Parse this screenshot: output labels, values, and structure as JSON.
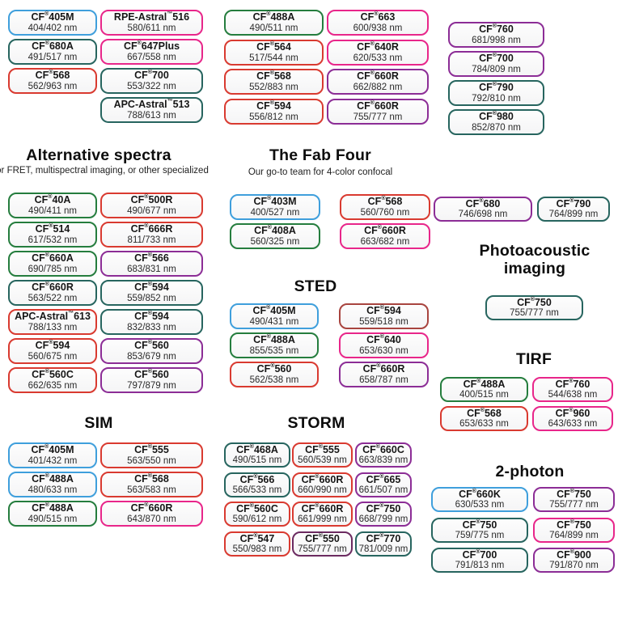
{
  "palette": {
    "blue": "#3f9fdc",
    "green": "#257d3e",
    "teal": "#27655f",
    "red": "#d93a30",
    "darkred": "#a8443f",
    "pink": "#e8268a",
    "purple": "#8c2d96",
    "darkpurple": "#6b2a60",
    "pill_fill": "#f7f7f8",
    "text": "#1c1c1c"
  },
  "chart_data": {
    "type": "table",
    "title": "CF dye selection by imaging application",
    "groups": [
      {
        "id": "top-left",
        "title": "",
        "subtitle": "",
        "columns": [
          [
            {
              "name": "CF®405M",
              "nm": "404/402 nm",
              "color": "blue"
            },
            {
              "name": "CF®680A",
              "nm": "491/517 nm",
              "color": "teal"
            },
            {
              "name": "CF®568",
              "nm": "562/963 nm",
              "color": "red"
            }
          ],
          [
            {
              "name": "RPE-Astral™516",
              "nm": "580/611 nm",
              "color": "pink"
            },
            {
              "name": "CF®647Plus",
              "nm": "667/558 nm",
              "color": "pink"
            },
            {
              "name": "CF®700",
              "nm": "553/322 nm",
              "color": "teal"
            },
            {
              "name": "APC-Astral™513",
              "nm": "788/613 nm",
              "color": "teal"
            }
          ]
        ]
      },
      {
        "id": "top-mid",
        "title": "",
        "subtitle": "",
        "columns": [
          [
            {
              "name": "CF®488A",
              "nm": "490/511 nm",
              "color": "green"
            },
            {
              "name": "CF®564",
              "nm": "517/544 nm",
              "color": "red"
            },
            {
              "name": "CF®568",
              "nm": "552/883 nm",
              "color": "red"
            },
            {
              "name": "CF®594",
              "nm": "556/812 nm",
              "color": "red"
            }
          ],
          [
            {
              "name": "CF®663",
              "nm": "600/938 nm",
              "color": "pink"
            },
            {
              "name": "CF®640R",
              "nm": "620/533 nm",
              "color": "pink"
            },
            {
              "name": "CF®660R",
              "nm": "662/882 nm",
              "color": "purple"
            },
            {
              "name": "CF®660R",
              "nm": "755/777 nm",
              "color": "purple"
            }
          ]
        ]
      },
      {
        "id": "top-right",
        "title": "",
        "subtitle": "",
        "columns": [
          [
            {
              "name": "CF®760",
              "nm": "681/998 nm",
              "color": "purple"
            },
            {
              "name": "CF®700",
              "nm": "784/809 nm",
              "color": "purple"
            },
            {
              "name": "CF®790",
              "nm": "792/810 nm",
              "color": "teal"
            },
            {
              "name": "CF®980",
              "nm": "852/870 nm",
              "color": "teal"
            }
          ]
        ]
      },
      {
        "id": "alt-spectra",
        "title": "Alternative spectra",
        "subtitle": "For FRET, multispectral imaging, or other specialized",
        "columns": [
          [
            {
              "name": "CF®40A",
              "nm": "490/411 nm",
              "color": "green"
            },
            {
              "name": "CF®514",
              "nm": "617/532 nm",
              "color": "green"
            },
            {
              "name": "CF®660A",
              "nm": "690/785 nm",
              "color": "green"
            },
            {
              "name": "CF®660R",
              "nm": "563/522 nm",
              "color": "teal"
            },
            {
              "name": "APC-Astral™613",
              "nm": "788/133 nm",
              "color": "red"
            },
            {
              "name": "CF®594",
              "nm": "560/675 nm",
              "color": "red"
            },
            {
              "name": "CF®560C",
              "nm": "662/635 nm",
              "color": "red"
            }
          ],
          [
            {
              "name": "CF®500R",
              "nm": "490/677 nm",
              "color": "red"
            },
            {
              "name": "CF®666R",
              "nm": "811/733 nm",
              "color": "red"
            },
            {
              "name": "CF®566",
              "nm": "683/831 nm",
              "color": "purple"
            },
            {
              "name": "CF®594",
              "nm": "559/852 nm",
              "color": "teal"
            },
            {
              "name": "CF®594",
              "nm": "832/833 nm",
              "color": "teal"
            },
            {
              "name": "CF®560",
              "nm": "853/679 nm",
              "color": "purple"
            },
            {
              "name": "CF®560",
              "nm": "797/879 nm",
              "color": "purple"
            }
          ]
        ]
      },
      {
        "id": "fab-four",
        "title": "The Fab Four",
        "subtitle": "Our go-to team for 4-color confocal",
        "columns": [
          [
            {
              "name": "CF®403M",
              "nm": "400/527 nm",
              "color": "blue"
            },
            {
              "name": "CF®408A",
              "nm": "560/325 nm",
              "color": "green"
            }
          ],
          [
            {
              "name": "CF®568",
              "nm": "560/760 nm",
              "color": "red"
            },
            {
              "name": "CF®660R",
              "nm": "663/682 nm",
              "color": "pink"
            }
          ]
        ]
      },
      {
        "id": "sted",
        "title": "STED",
        "subtitle": "",
        "columns": [
          [
            {
              "name": "CF®405M",
              "nm": "490/431 nm",
              "color": "blue"
            },
            {
              "name": "CF®488A",
              "nm": "855/535 nm",
              "color": "green"
            },
            {
              "name": "CF®560",
              "nm": "562/538 nm",
              "color": "red"
            }
          ],
          [
            {
              "name": "CF®594",
              "nm": "559/518 nm",
              "color": "darkred"
            },
            {
              "name": "CF®640",
              "nm": "653/630 nm",
              "color": "pink"
            },
            {
              "name": "CF®660R",
              "nm": "658/787 nm",
              "color": "purple"
            }
          ]
        ]
      },
      {
        "id": "right-mid",
        "title": "",
        "subtitle": "",
        "columns": [
          [
            {
              "name": "CF®680",
              "nm": "746/698 nm",
              "color": "purple"
            }
          ],
          [
            {
              "name": "CF®790",
              "nm": "764/899 nm",
              "color": "teal"
            }
          ]
        ]
      },
      {
        "id": "photoacoustic",
        "title": "Photoacoustic imaging",
        "subtitle": "",
        "columns": [
          [
            {
              "name": "CF®750",
              "nm": "755/777 nm",
              "color": "teal"
            }
          ]
        ]
      },
      {
        "id": "tirf",
        "title": "TIRF",
        "subtitle": "",
        "columns": [
          [
            {
              "name": "CF®488A",
              "nm": "400/515 nm",
              "color": "green"
            },
            {
              "name": "CF®568",
              "nm": "653/633 nm",
              "color": "red"
            }
          ],
          [
            {
              "name": "CF®760",
              "nm": "544/638 nm",
              "color": "pink"
            },
            {
              "name": "CF®960",
              "nm": "643/633 nm",
              "color": "pink"
            }
          ]
        ]
      },
      {
        "id": "sim",
        "title": "SIM",
        "subtitle": "",
        "columns": [
          [
            {
              "name": "CF®405M",
              "nm": "401/432 nm",
              "color": "blue"
            },
            {
              "name": "CF®488A",
              "nm": "480/633 nm",
              "color": "blue"
            },
            {
              "name": "CF®488A",
              "nm": "490/515 nm",
              "color": "green"
            }
          ],
          [
            {
              "name": "CF®555",
              "nm": "563/550 nm",
              "color": "red"
            },
            {
              "name": "CF®568",
              "nm": "563/583 nm",
              "color": "red"
            },
            {
              "name": "CF®660R",
              "nm": "643/870 nm",
              "color": "pink"
            }
          ]
        ]
      },
      {
        "id": "storm",
        "title": "STORM",
        "subtitle": "",
        "columns": [
          [
            {
              "name": "CF®468A",
              "nm": "490/515 nm",
              "color": "teal"
            },
            {
              "name": "CF®566",
              "nm": "566/533 nm",
              "color": "teal"
            },
            {
              "name": "CF®560C",
              "nm": "590/612 nm",
              "color": "red"
            },
            {
              "name": "CF®547",
              "nm": "550/983 nm",
              "color": "red"
            }
          ],
          [
            {
              "name": "CF®555",
              "nm": "560/539 nm",
              "color": "red"
            },
            {
              "name": "CF®660R",
              "nm": "660/990 nm",
              "color": "red"
            },
            {
              "name": "CF®660R",
              "nm": "661/999 nm",
              "color": "red"
            },
            {
              "name": "CF®550",
              "nm": "755/777 nm",
              "color": "darkpurple"
            }
          ],
          [
            {
              "name": "CF®660C",
              "nm": "663/839 nm",
              "color": "purple"
            },
            {
              "name": "CF®665",
              "nm": "661/507 nm",
              "color": "purple"
            },
            {
              "name": "CF®750",
              "nm": "668/799 nm",
              "color": "purple"
            },
            {
              "name": "CF®770",
              "nm": "781/009 nm",
              "color": "teal"
            }
          ]
        ]
      },
      {
        "id": "two-photon",
        "title": "2-photon",
        "subtitle": "",
        "columns": [
          [
            {
              "name": "CF®660K",
              "nm": "630/533 nm",
              "color": "blue"
            },
            {
              "name": "CF®750",
              "nm": "759/775 nm",
              "color": "teal"
            },
            {
              "name": "CF®700",
              "nm": "791/813 nm",
              "color": "teal"
            }
          ],
          [
            {
              "name": "CF®750",
              "nm": "755/777 nm",
              "color": "purple"
            },
            {
              "name": "CF®750",
              "nm": "764/899 nm",
              "color": "pink"
            },
            {
              "name": "CF®900",
              "nm": "791/870 nm",
              "color": "purple"
            }
          ]
        ]
      }
    ]
  }
}
